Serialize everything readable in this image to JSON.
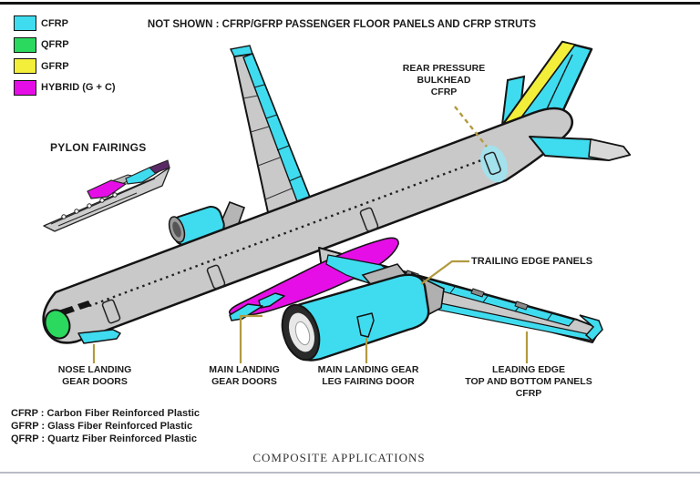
{
  "page": {
    "caption": "COMPOSITE APPLICATIONS",
    "not_shown_note": "NOT SHOWN : CFRP/GFRP PASSENGER FLOOR PANELS AND CFRP STRUTS"
  },
  "legend": {
    "items": [
      {
        "label": "CFRP",
        "color": "#3fdcf0"
      },
      {
        "label": "QFRP",
        "color": "#2bd95f"
      },
      {
        "label": "GFRP",
        "color": "#f2ee3a"
      },
      {
        "label": "HYBRID (G + C)",
        "color": "#e60ee6"
      }
    ]
  },
  "callouts": {
    "pylon_fairings": "PYLON FAIRINGS",
    "rear_pressure_bulkhead": {
      "line1": "REAR PRESSURE",
      "line2": "BULKHEAD",
      "line3": "CFRP"
    },
    "trailing_edge": "TRAILING EDGE PANELS",
    "nose_gear": {
      "line1": "NOSE LANDING",
      "line2": "GEAR DOORS"
    },
    "main_gear_doors": {
      "line1": "MAIN LANDING",
      "line2": "GEAR DOORS"
    },
    "main_gear_leg": {
      "line1": "MAIN LANDING GEAR",
      "line2": "LEG FAIRING DOOR"
    },
    "leading_edge": {
      "line1": "LEADING EDGE",
      "line2": "TOP AND BOTTOM PANELS",
      "line3": "CFRP"
    }
  },
  "definitions": [
    "CFRP : Carbon Fiber Reinforced Plastic",
    "GFRP : Glass Fiber Reinforced Plastic",
    "QFRP : Quartz Fiber Reinforced Plastic"
  ],
  "colors": {
    "cfrp_cyan": "#3fdcf0",
    "qfrp_green": "#2bd95f",
    "gfrp_yellow": "#f2ee3a",
    "hybrid_magenta": "#e60ee6",
    "fuselage_gray": "#c9c9c9",
    "leader_olive": "#b29a3f",
    "outline": "#141414"
  }
}
